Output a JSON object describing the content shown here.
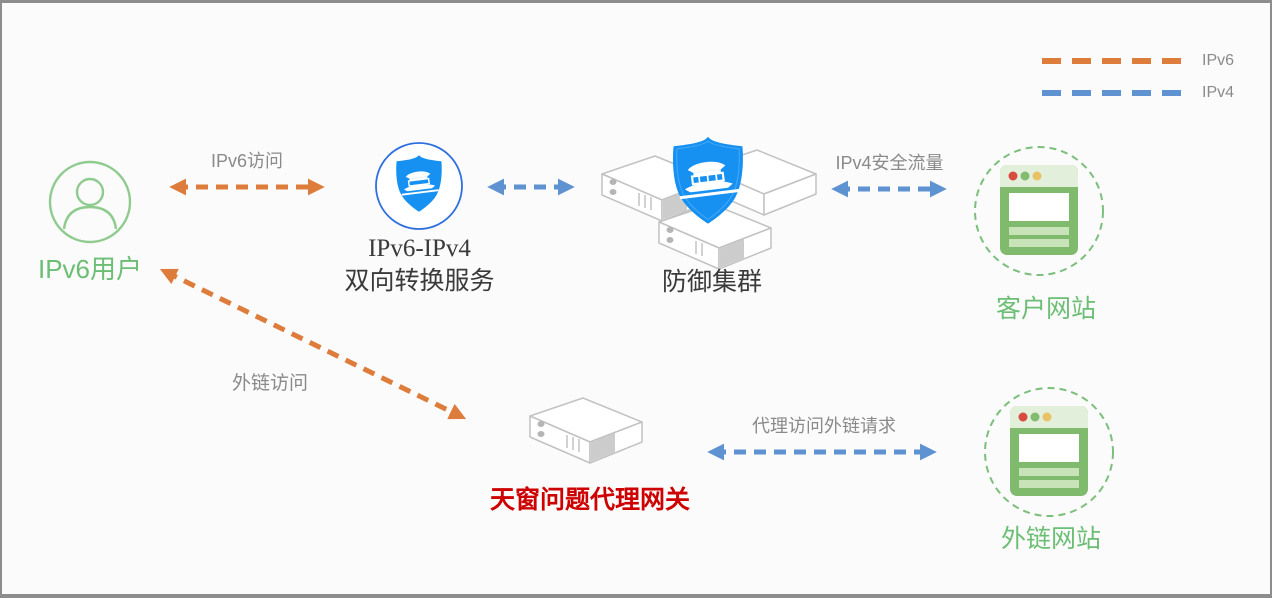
{
  "legend": {
    "items": [
      {
        "id": "ipv6",
        "label": "IPv6",
        "color": "#DD7C3B"
      },
      {
        "id": "ipv4",
        "label": "IPv4",
        "color": "#5E92D1"
      }
    ]
  },
  "nodes": {
    "user": {
      "label": "IPv6用户"
    },
    "converter": {
      "label_line1": "IPv6-IPv4",
      "label_line2": "双向转换服务"
    },
    "cluster": {
      "label": "防御集群"
    },
    "customer_site": {
      "label": "客户网站"
    },
    "proxy_gateway": {
      "label": "天窗问题代理网关"
    },
    "external_site": {
      "label": "外链网站"
    }
  },
  "edges": {
    "ipv6_access": {
      "label": "IPv6访问"
    },
    "ipv4_secure_traffic": {
      "label": "IPv4安全流量"
    },
    "external_link_access": {
      "label": "外链访问"
    },
    "proxy_external_request": {
      "label": "代理访问外链请求"
    }
  },
  "colors": {
    "ipv6_orange": "#DD7C3B",
    "ipv4_blue": "#5E92D1",
    "green_accent": "#6CBE74",
    "shield_blue": "#1691F2",
    "alert_red": "#CE0000",
    "label_gray": "#8a8a8a"
  }
}
